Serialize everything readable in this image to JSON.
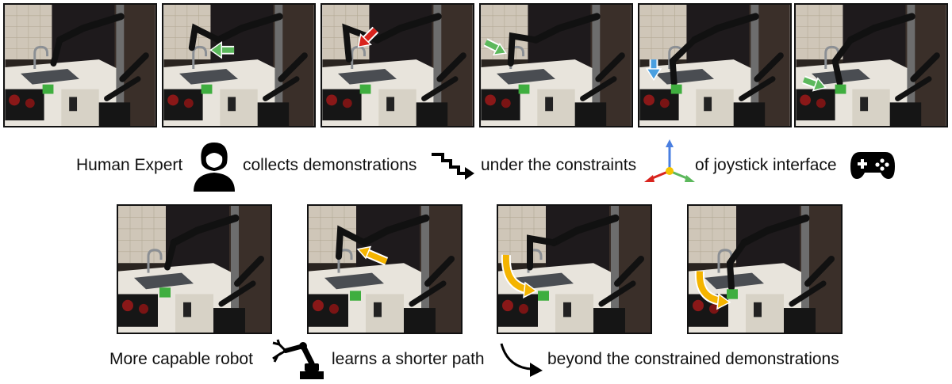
{
  "top_row": {
    "frames": [
      {
        "id": "t1",
        "arrow": null
      },
      {
        "id": "t2",
        "arrow": {
          "color": "#5cb85c",
          "direction": "left"
        }
      },
      {
        "id": "t3",
        "arrow": {
          "color": "#d9231d",
          "direction": "down-left"
        }
      },
      {
        "id": "t4",
        "arrow": {
          "color": "#5cb85c",
          "direction": "right-down"
        }
      },
      {
        "id": "t5",
        "arrow": {
          "color": "#4a9fe0",
          "direction": "down"
        }
      },
      {
        "id": "t6",
        "arrow": {
          "color": "#5cb85c",
          "direction": "right"
        }
      }
    ],
    "caption": {
      "human_expert": "Human Expert",
      "collects": "collects demonstrations",
      "under_constraints": "under the constraints",
      "joystick": "of joystick interface"
    },
    "icons": [
      "person-icon",
      "staircase-arrow-icon",
      "xyz-axes-icon",
      "gamepad-icon"
    ]
  },
  "bottom_row": {
    "frames": [
      {
        "id": "b1",
        "arrow": null
      },
      {
        "id": "b2",
        "arrow": {
          "color": "#f4b400",
          "direction": "up-left"
        }
      },
      {
        "id": "b3",
        "arrow": {
          "color": "#f4b400",
          "direction": "curved-down-right"
        }
      },
      {
        "id": "b4",
        "arrow": {
          "color": "#f4b400",
          "direction": "curved-down-right"
        }
      }
    ],
    "caption": {
      "robot": "More capable robot",
      "learns": "learns a shorter path",
      "beyond": "beyond the constrained demonstrations"
    },
    "icons": [
      "robot-arm-icon",
      "curved-arrow-icon"
    ]
  },
  "colors": {
    "axis_x": "#d9231d",
    "axis_y": "#5cb85c",
    "axis_z": "#4a7fe0",
    "cube": "#3fae3f"
  }
}
